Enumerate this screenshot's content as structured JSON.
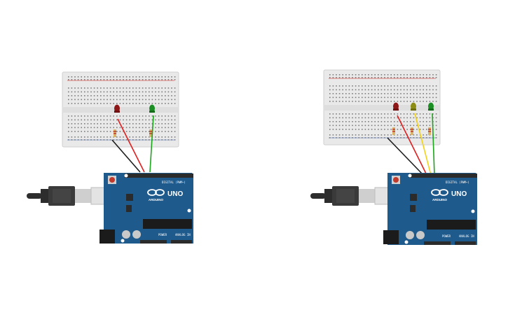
{
  "colors": {
    "background": "#ffffff",
    "breadboard": "#e9e9e9",
    "breadboard_hole": "#7d7d7d",
    "rail_red": "#d9534f",
    "rail_blue": "#6a8ccf",
    "arduino_blue": "#1f5a8c",
    "arduino_dark": "#14456d",
    "header_black": "#2b2b2b",
    "wire_red": "#e02020",
    "wire_black": "#1c1c1c",
    "wire_green": "#1da61d",
    "wire_yellow": "#f2d21b",
    "led_red": "#8e1717",
    "led_yellow": "#8e8d13",
    "led_green": "#1b8f24",
    "usb_cable": "#2d2d2d",
    "usb_plug": "#cfcfcf"
  },
  "arduino": {
    "model_label": "UNO",
    "brand_label": "ARDUINO",
    "digital_header_label": "DIGITAL (PWM~)",
    "power_header_label": "POWER",
    "analog_header_label": "ANALOG IN"
  },
  "circuits": [
    {
      "leds": [
        {
          "color": "red"
        },
        {
          "color": "green"
        }
      ],
      "wires": [
        "black",
        "red",
        "green"
      ]
    },
    {
      "leds": [
        {
          "color": "red"
        },
        {
          "color": "yellow"
        },
        {
          "color": "green"
        }
      ],
      "wires": [
        "black",
        "red",
        "yellow",
        "green"
      ]
    }
  ],
  "icons": {
    "usb_cable": "usb-cable-icon",
    "reset_button": "reset-button-icon",
    "arduino_logo": "arduino-infinity-logo-icon"
  }
}
